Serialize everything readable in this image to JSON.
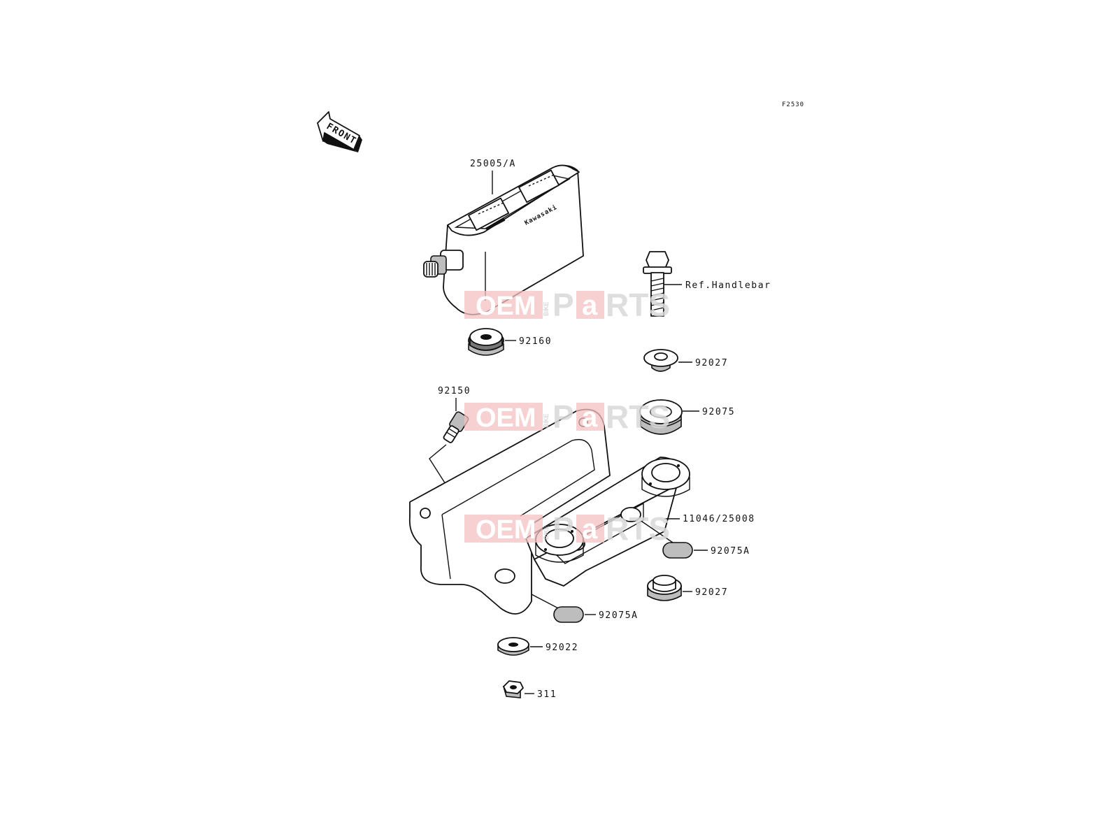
{
  "figure_code": "F2530",
  "front_arrow_label": "FRONT",
  "brand_mark_text": "Kawasaki",
  "callouts": {
    "speedometer": "25005/A",
    "bolt": "Ref.Handlebar",
    "grommet_top": "92160",
    "collar_top": "92027",
    "damper": "92075",
    "socket": "92150",
    "bracket": "11046/25008",
    "damper_small_right": "92075A",
    "collar_bottom": "92027",
    "damper_small_left": "92075A",
    "washer": "92022",
    "nut": "311"
  },
  "watermark": {
    "oem": "OEM",
    "bike": "BIKE",
    "parts_p": "P",
    "parts_a": "a",
    "parts_rts": "RTS"
  }
}
